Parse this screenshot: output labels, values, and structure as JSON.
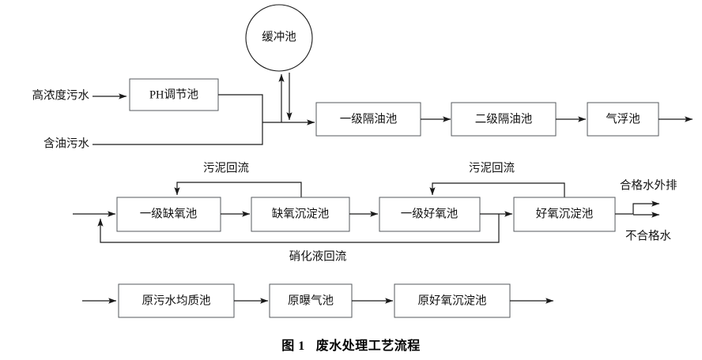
{
  "figure": {
    "caption_number": "图 1",
    "caption_title": "废水处理工艺流程"
  },
  "inputs": {
    "high_concentration": "高浓度污水",
    "oily_wastewater": "含油污水"
  },
  "outputs": {
    "qualified_water": "合格水外排",
    "unqualified_water": "不合格水"
  },
  "flow_labels": {
    "sludge_return_1": "污泥回流",
    "sludge_return_2": "污泥回流",
    "nitrification_return": "硝化液回流"
  },
  "units": {
    "buffer_tank": "缓冲池",
    "ph_adjust_tank": "PH调节池",
    "oil_separator_1": "一级隔油池",
    "oil_separator_2": "二级隔油池",
    "flotation_tank": "气浮池",
    "anoxic_tank_1": "一级缺氧池",
    "anoxic_settling_tank": "缺氧沉淀池",
    "aerobic_tank_1": "一级好氧池",
    "aerobic_settling_tank": "好氧沉淀池",
    "raw_homogenizing_tank": "原污水均质池",
    "raw_aeration_tank": "原曝气池",
    "raw_aerobic_settling_tank": "原好氧沉淀池"
  },
  "chart_data": {
    "type": "flowchart",
    "title": "废水处理工艺流程",
    "rows": [
      {
        "name": "pretreatment",
        "nodes": [
          "高浓度污水",
          "PH调节池",
          "缓冲池",
          "含油污水",
          "一级隔油池",
          "二级隔油池",
          "气浮池"
        ]
      },
      {
        "name": "biological",
        "nodes": [
          "一级缺氧池",
          "缺氧沉淀池",
          "一级好氧池",
          "好氧沉淀池"
        ],
        "returns": [
          "污泥回流",
          "污泥回流",
          "硝化液回流"
        ],
        "outputs": [
          "合格水外排",
          "不合格水"
        ]
      },
      {
        "name": "existing",
        "nodes": [
          "原污水均质池",
          "原曝气池",
          "原好氧沉淀池"
        ]
      }
    ]
  },
  "colors": {
    "box_stroke": "#555a5e",
    "line": "#1a1a1a",
    "text": "#111111",
    "background": "#ffffff"
  }
}
